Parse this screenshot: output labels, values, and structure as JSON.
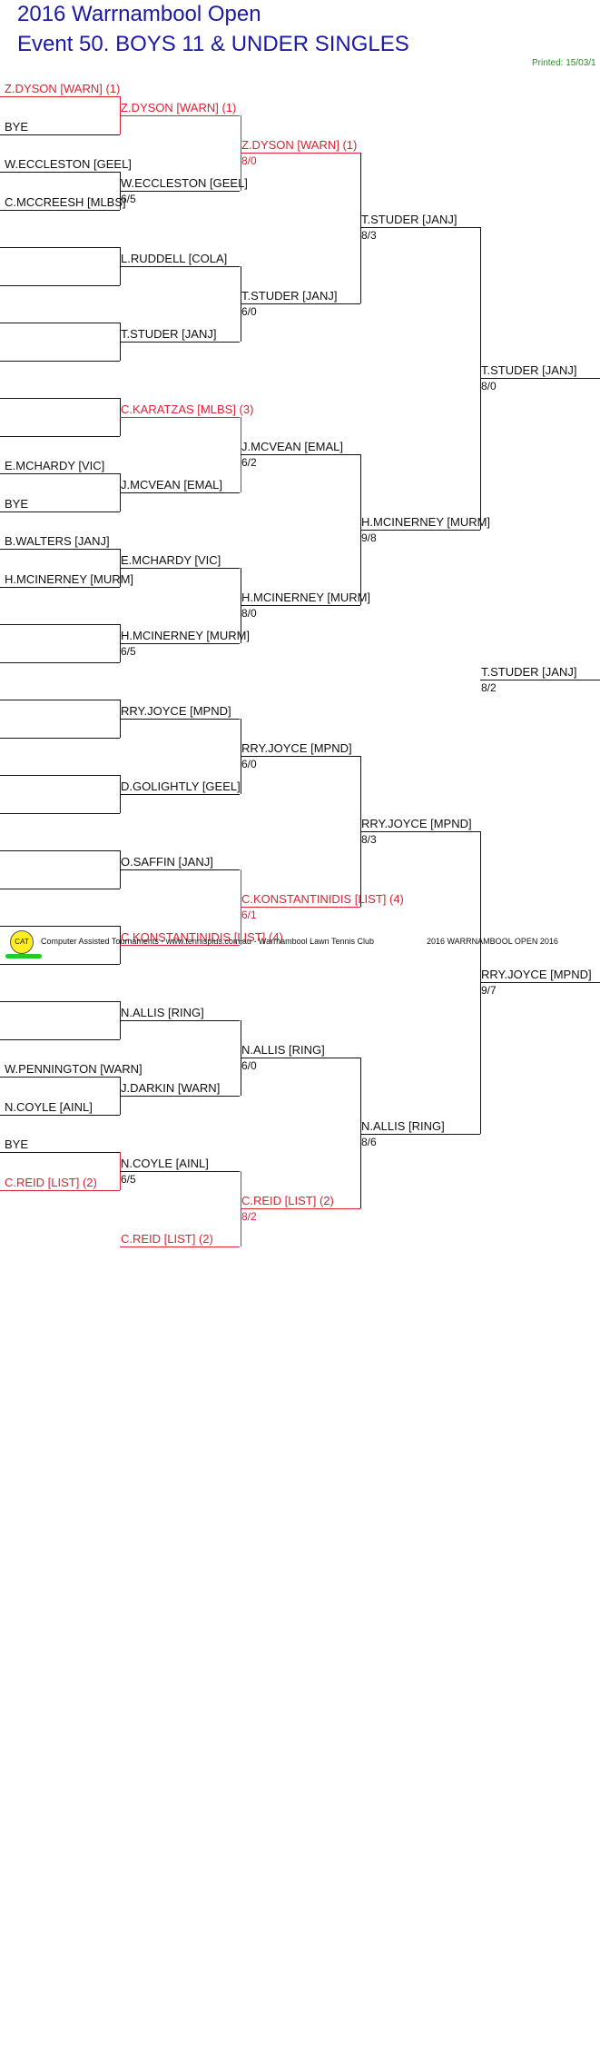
{
  "header": {
    "title": "2016 Warrnambool Open",
    "event": "Event 50. BOYS 11 & UNDER SINGLES",
    "printed": "Printed: 15/03/1"
  },
  "colors": {
    "title": "#1a1aa6",
    "seed": "#dd2233",
    "printed": "#1a9a1a",
    "line": "#111111"
  },
  "draw": {
    "r1": [
      {
        "name": "Z.DYSON [WARN] (1)",
        "seed": true
      },
      {
        "name": "BYE"
      },
      {
        "name": "W.ECCLESTON [GEEL]"
      },
      {
        "name": "C.MCCREESH [MLBS]"
      },
      {
        "name": ""
      },
      {
        "name": ""
      },
      {
        "name": ""
      },
      {
        "name": ""
      },
      {
        "name": ""
      },
      {
        "name": ""
      },
      {
        "name": "E.MCHARDY [VIC]"
      },
      {
        "name": "BYE"
      },
      {
        "name": "B.WALTERS [JANJ]"
      },
      {
        "name": "H.MCINERNEY [MURM]"
      },
      {
        "name": ""
      },
      {
        "name": ""
      },
      {
        "name": ""
      },
      {
        "name": ""
      },
      {
        "name": ""
      },
      {
        "name": ""
      },
      {
        "name": ""
      },
      {
        "name": ""
      },
      {
        "name": ""
      },
      {
        "name": ""
      },
      {
        "name": ""
      },
      {
        "name": ""
      },
      {
        "name": "W.PENNINGTON [WARN]"
      },
      {
        "name": "N.COYLE [AINL]"
      },
      {
        "name": "BYE"
      },
      {
        "name": "C.REID [LIST] (2)",
        "seed": true
      }
    ],
    "r2": [
      {
        "name": "Z.DYSON [WARN] (1)",
        "score": "",
        "seed": true
      },
      {
        "name": "W.ECCLESTON [GEEL]",
        "score": "6/5"
      },
      {
        "name": "L.RUDDELL [COLA]",
        "score": ""
      },
      {
        "name": "T.STUDER [JANJ]",
        "score": ""
      },
      {
        "name": "C.KARATZAS [MLBS] (3)",
        "score": "",
        "seed": true
      },
      {
        "name": "J.MCVEAN [EMAL]",
        "score": ""
      },
      {
        "name": "E.MCHARDY [VIC]",
        "score": ""
      },
      {
        "name": "H.MCINERNEY [MURM]",
        "score": "6/5"
      },
      {
        "name": "RRY.JOYCE [MPND]",
        "score": ""
      },
      {
        "name": "D.GOLIGHTLY [GEEL]",
        "score": ""
      },
      {
        "name": "O.SAFFIN [JANJ]",
        "score": ""
      },
      {
        "name": "C.KONSTANTINIDIS [LIST] (4)",
        "score": "",
        "seed": true
      },
      {
        "name": "N.ALLIS [RING]",
        "score": ""
      },
      {
        "name": "J.DARKIN [WARN]",
        "score": ""
      },
      {
        "name": "N.COYLE [AINL]",
        "score": "6/5"
      },
      {
        "name": "C.REID [LIST] (2)",
        "score": "",
        "seed": true
      }
    ],
    "r3": [
      {
        "name": "Z.DYSON [WARN] (1)",
        "score": "8/0",
        "seed": true
      },
      {
        "name": "T.STUDER [JANJ]",
        "score": "6/0"
      },
      {
        "name": "J.MCVEAN [EMAL]",
        "score": "6/2"
      },
      {
        "name": "H.MCINERNEY [MURM]",
        "score": "8/0"
      },
      {
        "name": "RRY.JOYCE [MPND]",
        "score": "6/0"
      },
      {
        "name": "C.KONSTANTINIDIS [LIST] (4)",
        "score": "6/1",
        "seed": true
      },
      {
        "name": "N.ALLIS [RING]",
        "score": "6/0"
      },
      {
        "name": "C.REID [LIST] (2)",
        "score": "8/2",
        "seed": true
      }
    ],
    "r4": [
      {
        "name": "T.STUDER [JANJ]",
        "score": "8/3"
      },
      {
        "name": "H.MCINERNEY [MURM]",
        "score": "9/8"
      },
      {
        "name": "RRY.JOYCE [MPND]",
        "score": "8/3"
      },
      {
        "name": "N.ALLIS [RING]",
        "score": "8/6"
      }
    ],
    "r5": [
      {
        "name": "T.STUDER [JANJ]",
        "score": "8/0"
      },
      {
        "name": "RRY.JOYCE [MPND]",
        "score": "9/7"
      }
    ],
    "final": {
      "name": "T.STUDER [JANJ]",
      "score": "8/2"
    }
  },
  "footer": {
    "logo": "CAT",
    "text": "Computer Assisted Tournaments - www.tennisplus.com.au - Warrnambool Lawn Tennis Club",
    "event": "2016 WARRNAMBOOL OPEN 2016"
  }
}
